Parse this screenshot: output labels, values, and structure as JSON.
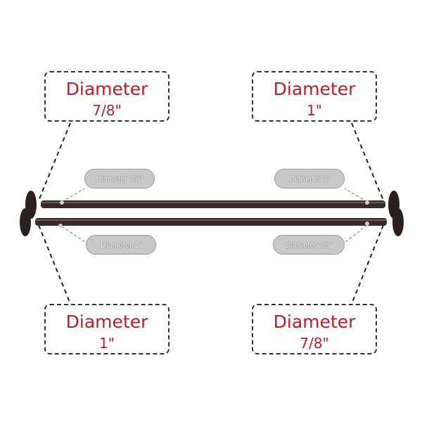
{
  "callouts": {
    "top_left": {
      "title": "Diameter",
      "value": "7/8\""
    },
    "top_right": {
      "title": "Diameter",
      "value": "1\""
    },
    "bottom_left": {
      "title": "Diameter",
      "value": "1\""
    },
    "bottom_right": {
      "title": "Diameter",
      "value": "7/8\""
    }
  },
  "labels": {
    "upper_left": "Diameter 7/8\"",
    "lower_left": "Diameter 1\"",
    "upper_right": "Diameter 1\"",
    "lower_right": "Diameter 7/8\""
  },
  "colors": {
    "accent": "#b5202a",
    "rod": "#3a2a26"
  }
}
